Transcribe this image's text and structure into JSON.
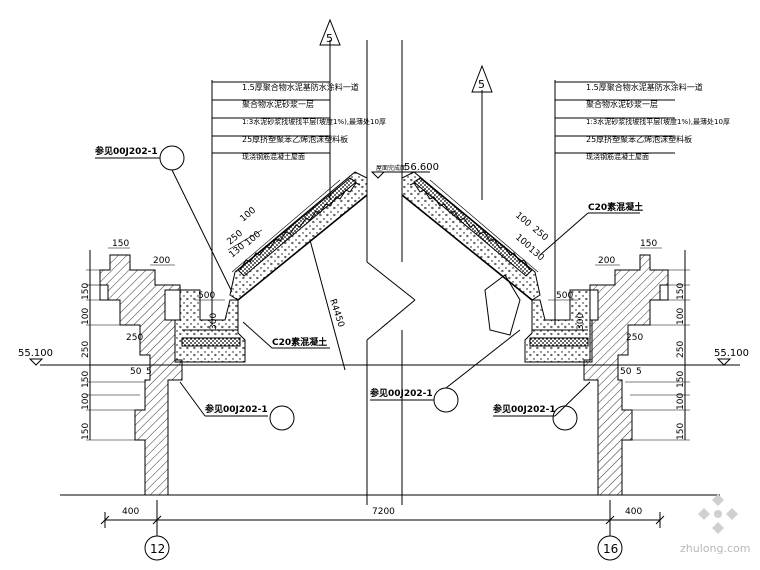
{
  "axis_refs": {
    "left": "12",
    "right": "16"
  },
  "section_marks": {
    "left": "5",
    "right": "5"
  },
  "elevations": {
    "left": "55.100",
    "right": "55.100",
    "ridge": "56.600",
    "ridge_note": "屋面完成面"
  },
  "layers": [
    "1.5厚聚合物水泥基防水涂料一道",
    "聚合物水泥砂浆一层",
    "1:3水泥砂浆找坡找平层(坡度1%),最薄处10厚",
    "25厚挤塑聚苯乙烯泡沫塑料板",
    "现浇钢筋混凝土屋面"
  ],
  "refs": {
    "ref_a": "参见00J202-1",
    "ref_b": "参见00J202-1",
    "ref_c": "参见00J202-1",
    "ref_d": "参见00J202-1"
  },
  "materials": {
    "c20_left": "C20素混凝土",
    "c20_right": "C20素混凝土"
  },
  "radius": "R4450",
  "dims": {
    "d150": "150",
    "d200": "200",
    "d250": "250",
    "d100": "100",
    "d300": "300",
    "d500": "500",
    "d50": "50",
    "d5": "5",
    "d130": "130",
    "d400": "400",
    "d7200": "7200"
  },
  "watermark": "zhulong.com"
}
